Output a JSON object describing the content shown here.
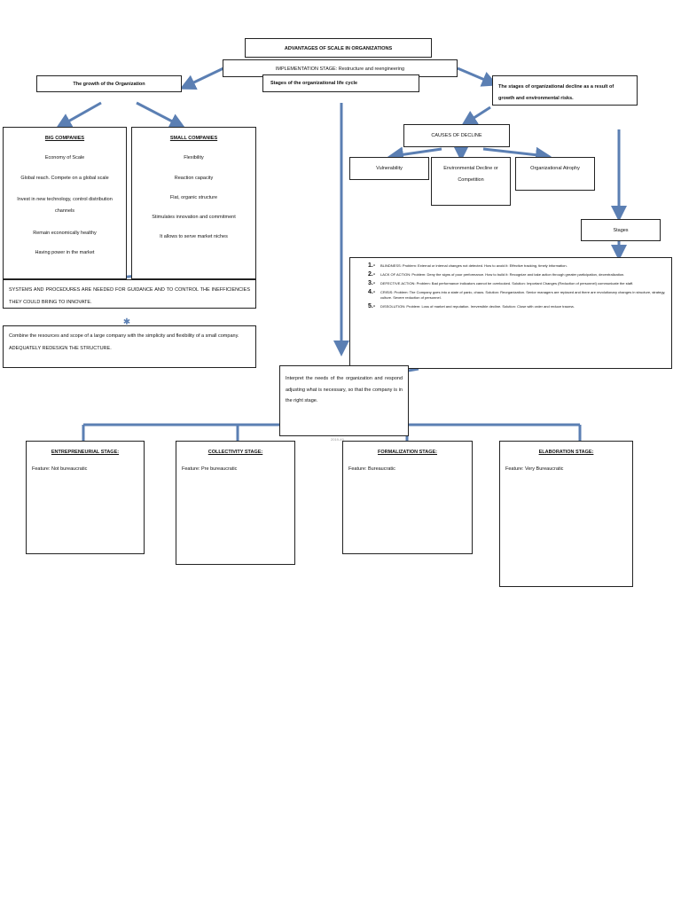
{
  "title": "ADVANTAGES OF SCALE IN ORGANIZATIONS",
  "implementation": "IMPLEMENTATION STAGE: Restructure and reengineering",
  "growth": "The growth of the Organization",
  "life_cycle": "Stages of the organizational life cycle",
  "decline": "The stages of organizational decline as a result of growth and environmental risks.",
  "big": {
    "heading": "BIG COMPANIES",
    "items": [
      "Economy of Scale",
      "Global reach. Compete on a global scale",
      "Invest in new technology, control distribution channels",
      "Remain economically healthy",
      "Having power in the market"
    ]
  },
  "small": {
    "heading": "SMALL COMPANIES",
    "items": [
      "Flexibility",
      "Reaction capacity",
      "Flat, organic structure",
      "Stimulates innovation and commitment",
      "It allows to serve market niches"
    ]
  },
  "systems": "SYSTEMS AND PROCEDURES ARE NEEDED FOR GUIDANCE AND TO CONTROL THE INEFFICIENCIES THEY COULD BRING TO INNOVATE.",
  "combine": {
    "line1": "Combine the resources and scope of a large company with the simplicity and flexibility of a small company.",
    "line2": "ADEQUATELY REDESIGN THE STRUCTURE."
  },
  "causes": {
    "title": "CAUSES OF DECLINE",
    "items": [
      "Vulnerability",
      "Environmental Decline or Competition",
      "Organizational Atrophy"
    ]
  },
  "stages_label": "Stages",
  "decline_stages": [
    {
      "num": "1.-",
      "text": "BLINDNESS: Problem: External or internal changes not detected. How to avoid it: Effective tracking, timely information."
    },
    {
      "num": "2.-",
      "text": "LACK OF ACTION: Problem: Deny the signs of poor performance. How to build it: Recognize and take action through greater participation, decentralization."
    },
    {
      "num": "3.-",
      "text": "DEFECTIVE ACTION: Problem: Bad performance indicators cannot be overlooked. Solution: Important Changes (Reduction of personnel) communicate the staff."
    },
    {
      "num": "4.-",
      "text": "CRISIS: Problem: The Company goes into a state of panic, chaos. Solution: Reorganization. Senior managers are replaced and there are revolutionary changes in structure, strategy, culture. Severe reduction of personnel."
    },
    {
      "num": "5.-",
      "text": "DISSOLUTION: Problem: Loss of market and reputation. Irreversible decline. Solution: Close with order and reduce trauma."
    }
  ],
  "interpret": "Interpret the needs of the organization and respond adjusting what is necessary, so that the company is in the right stage.",
  "small_caption": "2019-49",
  "lifecycle_stages": [
    {
      "title": "ENTREPRENEURIAL STAGE:",
      "feature": "Feature: Not bureaucratic"
    },
    {
      "title": "COLLECTIVITY STAGE:",
      "feature": "Feature: Pre bureaucratic"
    },
    {
      "title": "FORMALIZATION STAGE:",
      "feature": "Feature: Bureaucratic"
    },
    {
      "title": "ELABORATION STAGE:",
      "feature": "Feature: Very Bureaucratic"
    }
  ],
  "colors": {
    "arrow": "#5b7fb3",
    "border": "#222222"
  }
}
